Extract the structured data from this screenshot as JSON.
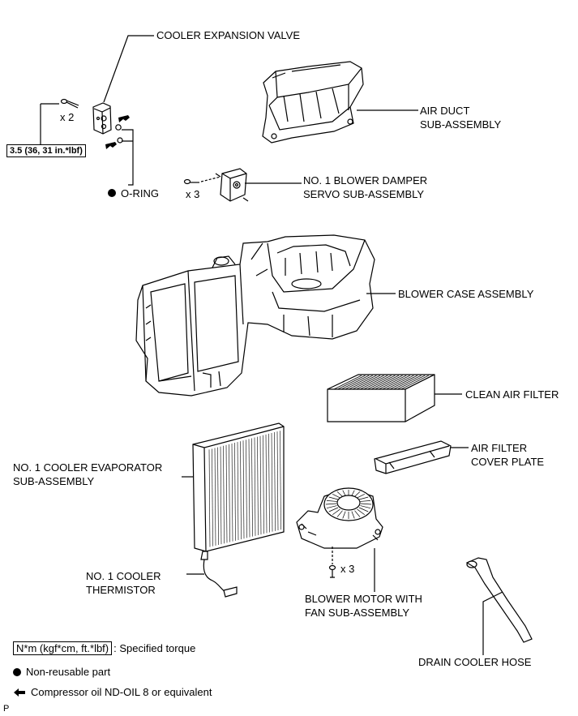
{
  "labels": {
    "cooler_expansion_valve": "COOLER EXPANSION VALVE",
    "air_duct": "AIR DUCT\nSUB-ASSEMBLY",
    "blower_damper_servo": "NO. 1 BLOWER DAMPER\nSERVO SUB-ASSEMBLY",
    "o_ring": "O-RING",
    "blower_case": "BLOWER CASE ASSEMBLY",
    "clean_air_filter": "CLEAN AIR FILTER",
    "air_filter_cover_plate": "AIR FILTER\nCOVER PLATE",
    "evaporator": "NO. 1 COOLER EVAPORATOR\nSUB-ASSEMBLY",
    "thermistor": "NO. 1 COOLER\nTHERMISTOR",
    "blower_motor": "BLOWER MOTOR WITH\nFAN SUB-ASSEMBLY",
    "drain_hose": "DRAIN COOLER HOSE"
  },
  "quantities": {
    "valve_bolts": "x 2",
    "servo_screws": "x 3",
    "motor_screws": "x 3"
  },
  "torque": "3.5 (36, 31 in.*lbf)",
  "legend": {
    "torque_box": "N*m (kgf*cm, ft.*lbf)",
    "torque_text": ": Specified torque",
    "non_reusable": "Non-reusable part",
    "oil": "Compressor oil ND-OIL 8 or equivalent"
  },
  "corner_mark": "P"
}
